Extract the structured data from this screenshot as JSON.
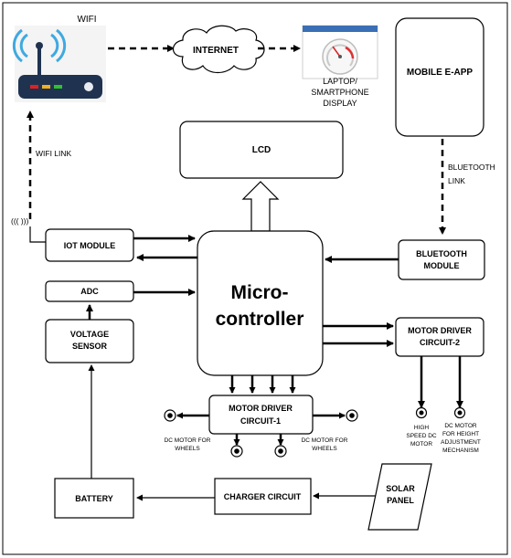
{
  "labels": {
    "wifi": "WIFI",
    "internet": "INTERNET",
    "laptop_line1": "LAPTOP/",
    "laptop_line2": "SMARTPHONE",
    "laptop_line3": "DISPLAY",
    "mobile_app": "MOBILE E-APP",
    "lcd": "LCD",
    "wifi_link": "WIFI LINK",
    "bluetooth_link_line1": "BLUETOOTH",
    "bluetooth_link_line2": "LINK",
    "antenna_symbol": "((( )))",
    "iot_module": "IOT MODULE",
    "adc": "ADC",
    "voltage_sensor_line1": "VOLTAGE",
    "voltage_sensor_line2": "SENSOR",
    "micro_line1": "Micro-",
    "micro_line2": "controller",
    "bluetooth_module_line1": "BLUETOOTH",
    "bluetooth_module_line2": "MODULE",
    "motor_driver_2_line1": "MOTOR DRIVER",
    "motor_driver_2_line2": "CIRCUIT-2",
    "motor_driver_1_line1": "MOTOR DRIVER",
    "motor_driver_1_line2": "CIRCUIT-1",
    "dc_wheels_left_line1": "DC MOTOR FOR",
    "dc_wheels_left_line2": "WHEELS",
    "dc_wheels_right_line1": "DC MOTOR FOR",
    "dc_wheels_right_line2": "WHEELS",
    "high_speed_line1": "HIGH",
    "high_speed_line2": "SPEED DC",
    "high_speed_line3": "MOTOR",
    "height_line1": "DC MOTOR",
    "height_line2": "FOR HEIGHT",
    "height_line3": "ADJUSTMENT",
    "height_line4": "MECHANISM",
    "battery": "BATTERY",
    "charger": "CHARGER CIRCUIT",
    "solar_line1": "SOLAR",
    "solar_line2": "PANEL"
  },
  "colors": {
    "router_body": "#1f3350",
    "wifi_waves": "#3fa9e0",
    "led_red": "#e02020",
    "led_yellow": "#f0b020",
    "led_green": "#30c030",
    "screen_header": "#3a6fb5"
  }
}
